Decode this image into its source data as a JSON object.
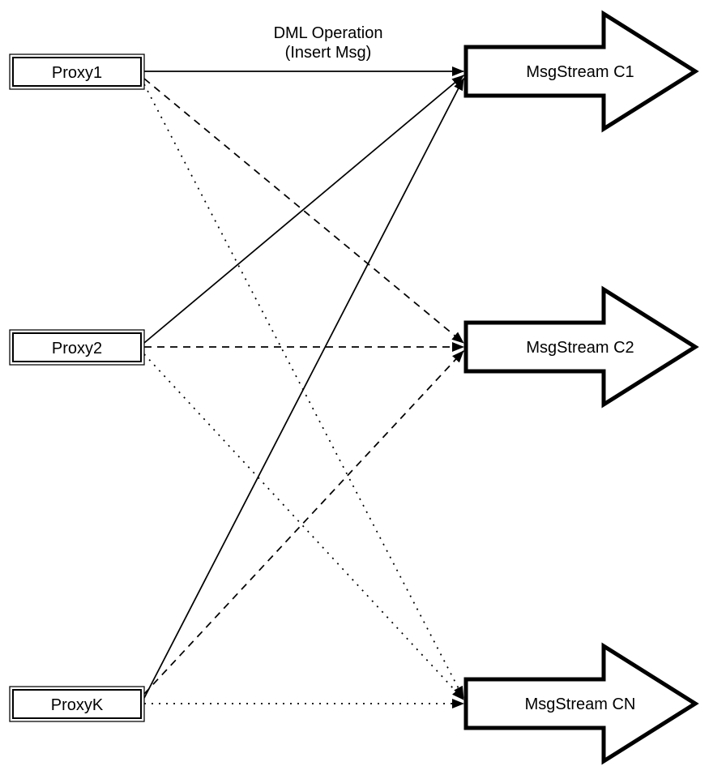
{
  "diagram": {
    "background_color": "#ffffff",
    "line_color": "#000000",
    "shape_fill_color": "#ffffff",
    "edge_label": {
      "line1": "DML Operation",
      "line2": "(Insert Msg)"
    },
    "proxies": [
      {
        "label": "Proxy1"
      },
      {
        "label": "Proxy2"
      },
      {
        "label": "ProxyK"
      }
    ],
    "streams": [
      {
        "label": "MsgStream C1"
      },
      {
        "label": "MsgStream C2"
      },
      {
        "label": "MsgStream CN"
      }
    ],
    "edges": [
      {
        "from": "Proxy1",
        "to": "MsgStream C1",
        "style": "solid",
        "arrowhead": "filled-triangle"
      },
      {
        "from": "Proxy2",
        "to": "MsgStream C1",
        "style": "solid",
        "arrowhead": "filled-triangle"
      },
      {
        "from": "ProxyK",
        "to": "MsgStream C1",
        "style": "solid",
        "arrowhead": "filled-triangle"
      },
      {
        "from": "Proxy1",
        "to": "MsgStream C2",
        "style": "dashed",
        "arrowhead": "filled-triangle"
      },
      {
        "from": "Proxy2",
        "to": "MsgStream C2",
        "style": "dashed",
        "arrowhead": "filled-triangle"
      },
      {
        "from": "ProxyK",
        "to": "MsgStream C2",
        "style": "dashed",
        "arrowhead": "filled-triangle"
      },
      {
        "from": "Proxy1",
        "to": "MsgStream CN",
        "style": "dotted",
        "arrowhead": "filled-triangle"
      },
      {
        "from": "Proxy2",
        "to": "MsgStream CN",
        "style": "dotted",
        "arrowhead": "filled-triangle"
      },
      {
        "from": "ProxyK",
        "to": "MsgStream CN",
        "style": "dotted",
        "arrowhead": "filled-triangle"
      }
    ]
  }
}
